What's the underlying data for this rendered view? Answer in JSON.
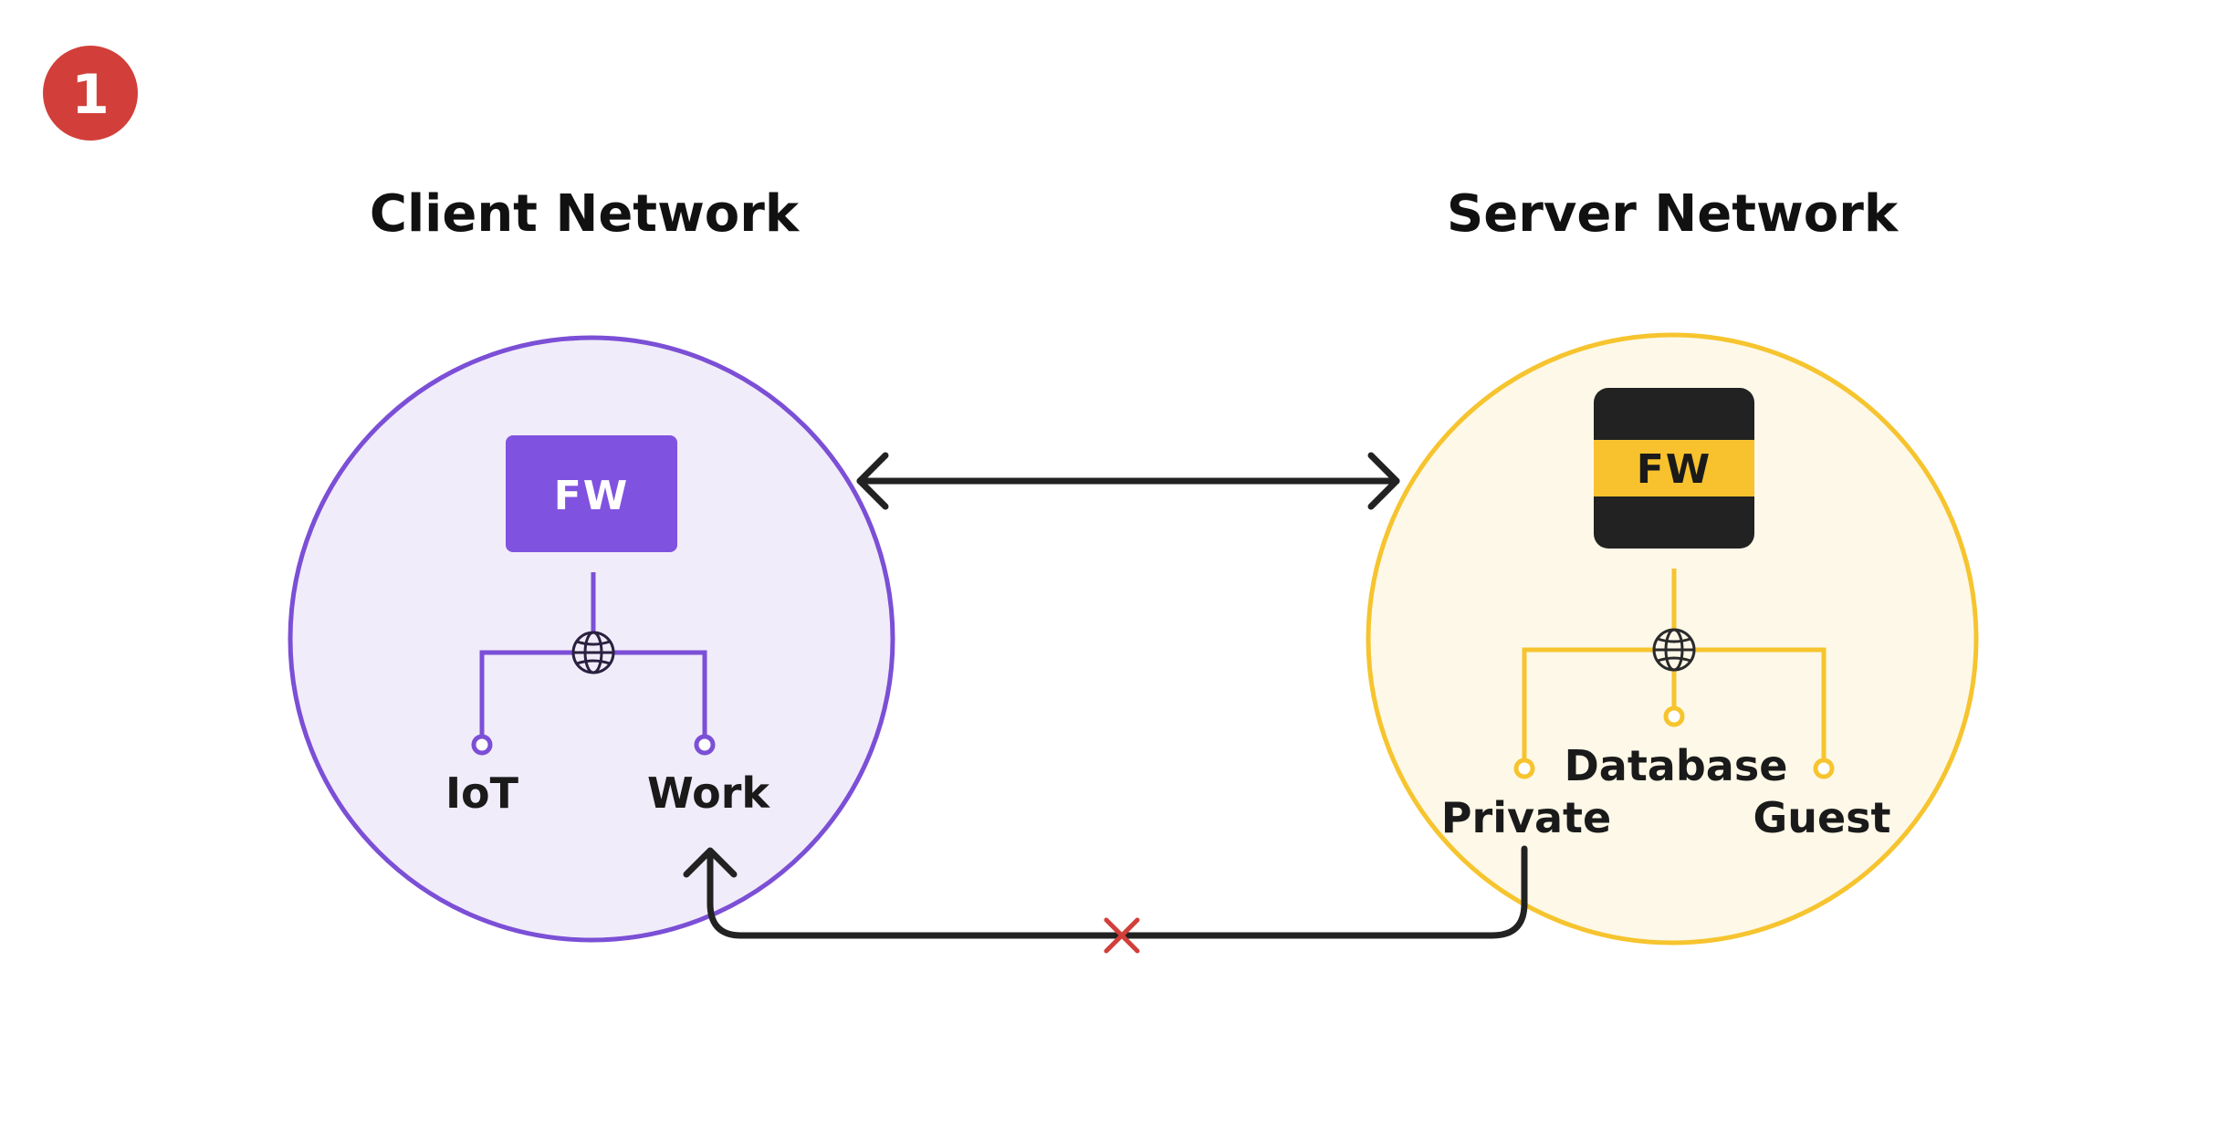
{
  "step": {
    "number": "1",
    "color": "#D23F3A"
  },
  "client": {
    "title": "Client Network",
    "firewall_label": "FW",
    "nodes": [
      "IoT",
      "Work"
    ],
    "colors": {
      "stroke": "#7B4FD6",
      "fill": "#F1ECF9",
      "fw": "#8052E0"
    }
  },
  "server": {
    "title": "Server Network",
    "firewall_label": "FW",
    "nodes": [
      "Private",
      "Database",
      "Guest"
    ],
    "colors": {
      "stroke": "#F6C42E",
      "fill": "#FDF8E8",
      "fw_band": "#F8C22E",
      "fw_body": "#222222"
    }
  },
  "connections": [
    {
      "from": "client",
      "to": "server",
      "bidirectional": true,
      "allowed": true
    },
    {
      "from": "server.Private",
      "to": "client.Work",
      "allowed": false,
      "blocked_mark_color": "#D23F3A"
    }
  ],
  "icons": {
    "hub": "globe-icon",
    "blocked": "x-mark-icon"
  }
}
